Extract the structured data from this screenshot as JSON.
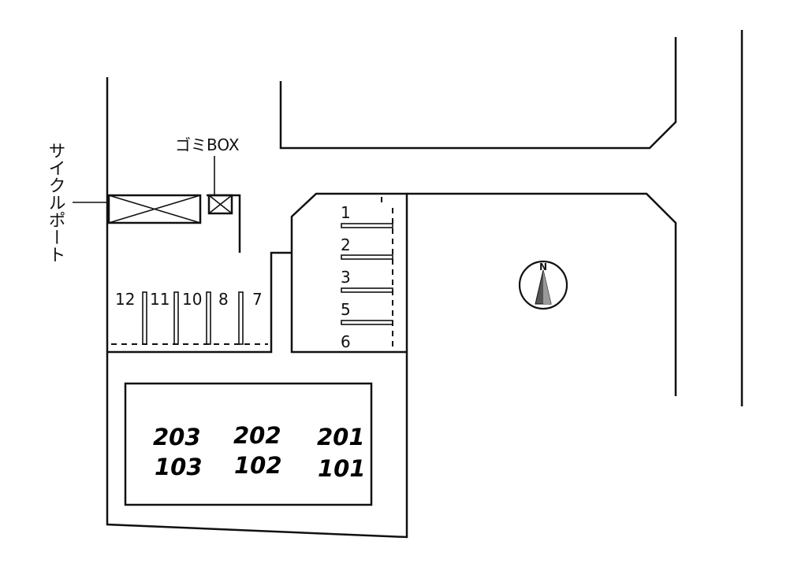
{
  "labels": {
    "cycle_port": "サイクルポート",
    "trash_box": "ゴミBOX",
    "north": "N"
  },
  "parking_left": [
    "12",
    "11",
    "10",
    "8",
    "7"
  ],
  "parking_right": [
    "1",
    "2",
    "3",
    "5",
    "6"
  ],
  "units": {
    "upper": [
      "203",
      "202",
      "201"
    ],
    "lower": [
      "103",
      "102",
      "101"
    ]
  }
}
